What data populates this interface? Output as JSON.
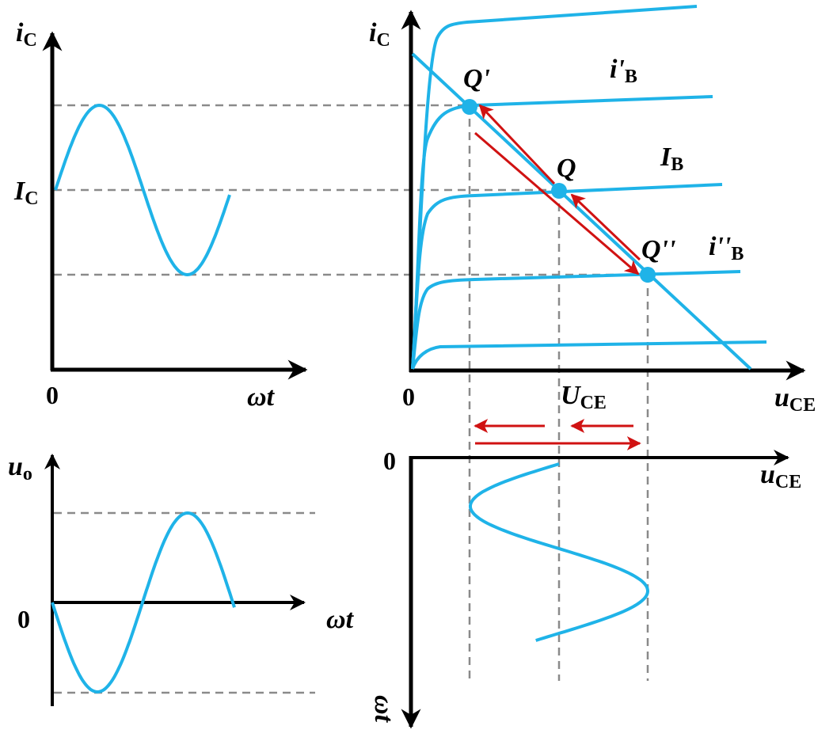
{
  "colors": {
    "curve": "#1fb3e8",
    "axis": "#000000",
    "dashed": "#8a8a8a",
    "arrow": "#d01212",
    "point": "#1fb3e8"
  },
  "top_left": {
    "y_axis_main": "i",
    "y_axis_sub": "C",
    "x_axis": "ωt",
    "origin": "0",
    "level_main": "I",
    "level_sub": "C"
  },
  "top_right": {
    "y_axis_main": "i",
    "y_axis_sub": "C",
    "x_axis_main": "u",
    "x_axis_sub": "CE",
    "origin": "0",
    "uce_main": "U",
    "uce_sub": "CE",
    "point_q_upper": "Q'",
    "point_q": "Q",
    "point_q_lower": "Q''",
    "curve_label_upper_main": "i'",
    "curve_label_upper_sub": "B",
    "curve_label_mid_main": "I",
    "curve_label_mid_sub": "B",
    "curve_label_lower_main": "i''",
    "curve_label_lower_sub": "B"
  },
  "bottom_left": {
    "y_axis_main": "u",
    "y_axis_sub": "o",
    "x_axis": "ωt",
    "origin": "0"
  },
  "bottom_right": {
    "origin": "0",
    "x_axis_main": "u",
    "x_axis_sub": "CE",
    "y_axis": "ωt"
  }
}
